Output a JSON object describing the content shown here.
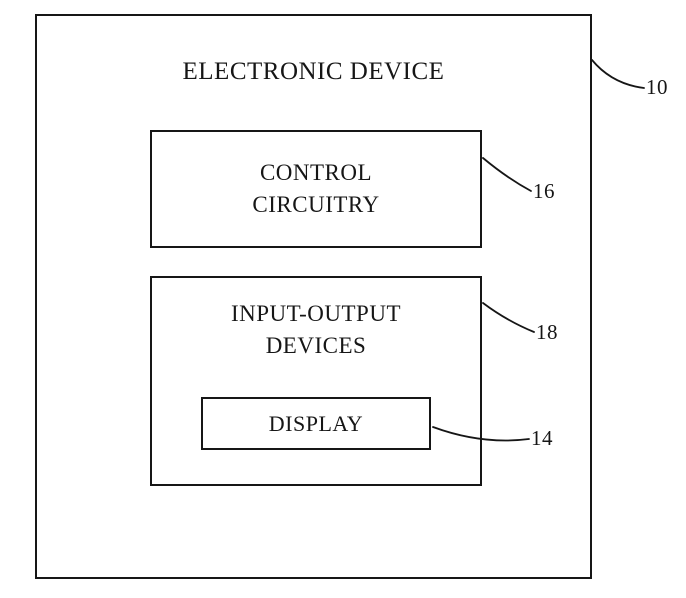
{
  "diagram": {
    "title": "ELECTRONIC DEVICE",
    "outer_ref": "10",
    "control_box": {
      "line1": "CONTROL",
      "line2": "CIRCUITRY",
      "ref": "16"
    },
    "io_box": {
      "line1": "INPUT-OUTPUT",
      "line2": "DEVICES",
      "ref": "18"
    },
    "display_box": {
      "label": "DISPLAY",
      "ref": "14"
    }
  }
}
